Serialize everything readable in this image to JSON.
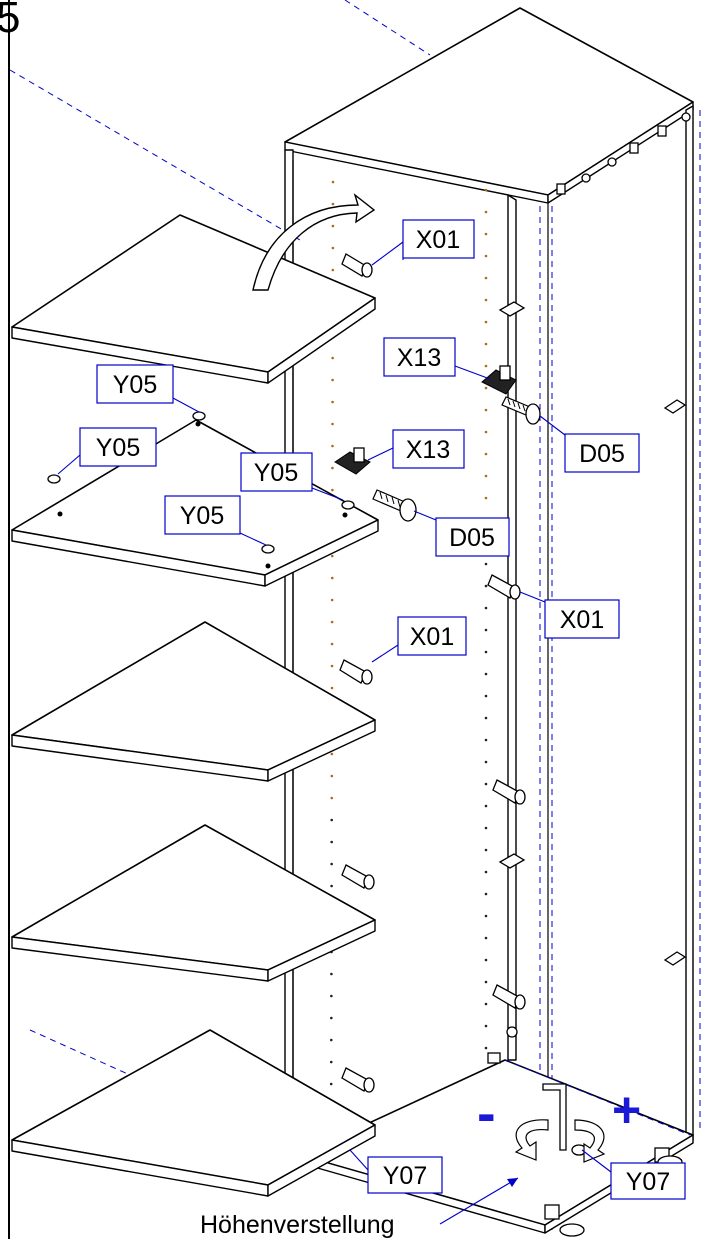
{
  "step_number": "5",
  "part_labels": {
    "x01_top": "X01",
    "x13_upper": "X13",
    "y05_a": "Y05",
    "y05_b": "Y05",
    "x13_lower": "X13",
    "d05_upper": "D05",
    "y05_c": "Y05",
    "y05_d": "Y05",
    "d05_lower": "D05",
    "x01_right": "X01",
    "x01_mid": "X01",
    "y07_left": "Y07",
    "y07_right": "Y07"
  },
  "adjust_minus": "-",
  "adjust_plus": "+",
  "height_adjustment_label": "Höhenverstellung",
  "colors": {
    "label_border": "#0000cc",
    "leader": "#0000cc",
    "minus_plus": "#1a1ad6",
    "holes_front": "#b06a18"
  }
}
